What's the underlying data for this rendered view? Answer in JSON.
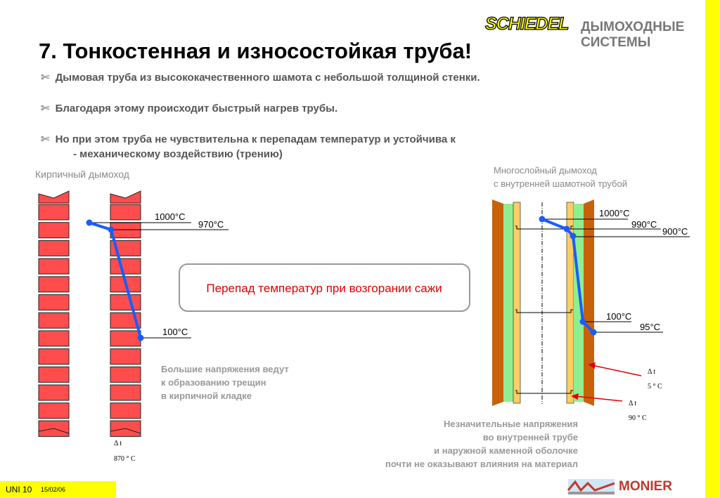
{
  "header": {
    "logo": "SCHIEDEL",
    "brand_line1": "ДЫМОХОДНЫЕ",
    "brand_line2": "СИСТЕМЫ"
  },
  "title": "7. Тонкостенная и износостойкая труба!",
  "bullets": [
    {
      "icon": "scissors-icon",
      "glyph": "✄",
      "text": "Дымовая труба из высококачественного шамота с небольшой толщиной стенки."
    },
    {
      "icon": "scissors-icon",
      "glyph": "✄",
      "text": "Благодаря этому происходит быстрый нагрев трубы."
    },
    {
      "icon": "scissors-icon",
      "glyph": "✄",
      "text": "Но при этом труба не чувствительна к перепадам температур и устойчива к",
      "continuation": "- механическому воздействию (трению)"
    }
  ],
  "left_diagram": {
    "caption": "Кирпичный дымоход",
    "t1": "1000°C",
    "t2": "970°C",
    "t3": "100°C",
    "delta_label": "Δ t",
    "delta_value": "870 ° C",
    "note": [
      "Большие напряжения ведут",
      "к образованию трещин",
      "в кирпичной кладке"
    ]
  },
  "center_box": {
    "text": "Перепад температур при возгорании сажи"
  },
  "right_diagram": {
    "caption_line1": "Многослойный дымоход",
    "caption_line2": "с внутренней шамотной трубой",
    "t1": "1000°C",
    "t2": "990°C",
    "t3": "900°C",
    "t4": "100°C",
    "t5": "95°C",
    "delta1_label": "Δ t",
    "delta1_value": "5   ° C",
    "delta2_label": "Δ t",
    "delta2_value": "90  ° C",
    "note": [
      "Незначительные напряжения",
      "во внутренней трубе",
      "и наружной каменной оболочке",
      "почти не оказывают влияния на материал"
    ]
  },
  "footer": {
    "code": "UNI  10",
    "date": "15/02/06",
    "partner_logo": "MONIER"
  },
  "colors": {
    "accent_yellow": "#ffff00",
    "brick": "#ff4d4d",
    "line_blue": "#1a5cff",
    "brown": "#c8620a",
    "green": "#90ee90",
    "orange": "#ffcc66",
    "red_text": "#e00000"
  }
}
